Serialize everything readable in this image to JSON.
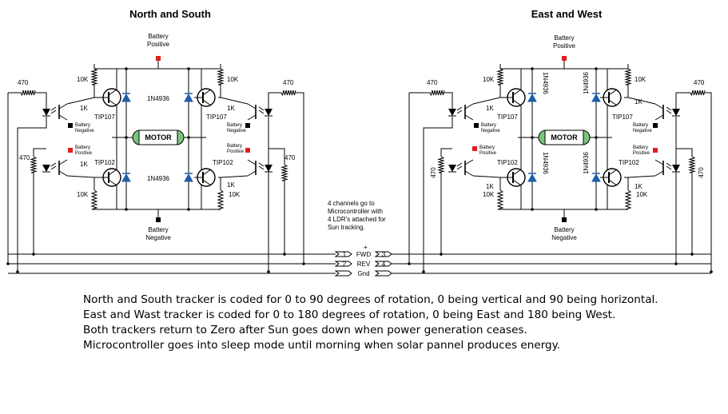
{
  "titles": {
    "north_south": "North and South",
    "east_west": "East and West"
  },
  "labels": {
    "battery": "Battery",
    "positive": "Positive",
    "negative": "Negative",
    "motor": "MOTOR",
    "diode": "1N4936",
    "r470": "470",
    "r10k": "10K",
    "r1k": "1K",
    "tip107": "TIP107",
    "tip102": "TIP102",
    "battery_small": "Battery",
    "positive_small": "Positive",
    "negative_small": "Negative"
  },
  "connector": {
    "note": [
      "4 channels go to",
      "Microcontroller with",
      "4 LDR's attached for",
      "Sun tracking."
    ],
    "plus": "+",
    "pins": [
      {
        "num": "1",
        "label": "FWD",
        "num2": "3"
      },
      {
        "num": "2",
        "label": "REV",
        "num2": "4"
      },
      {
        "label": "Gnd"
      }
    ]
  },
  "notes": [
    "North and South tracker is coded for 0 to 90 degrees of rotation, 0 being vertical and 90 being horizontal.",
    "East and Wast tracker is coded for 0 to 180 degrees of rotation, 0 being East and 180 being West.",
    "Both trackers return to Zero after Sun goes down when power generation ceases.",
    "Microcontroller goes into sleep mode until morning when solar pannel produces energy."
  ],
  "colors": {
    "battery_positive": "#e0201c",
    "diode": "#1f5ea8",
    "motor_body": "#ffffff",
    "motor_end": "#77c77c",
    "ink": "#000000"
  }
}
